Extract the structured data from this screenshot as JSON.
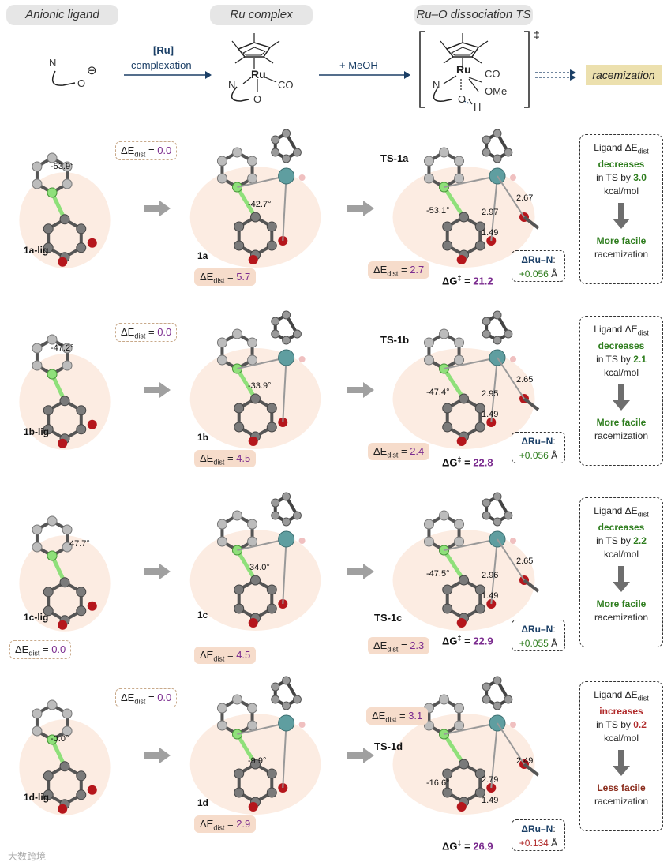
{
  "header": {
    "label_ligand": "Anionic ligand",
    "label_complex": "Ru complex",
    "label_ts": "Ru–O dissociation TS",
    "arrow1_top": "[Ru]",
    "arrow1_bottom": "complexation",
    "arrow2": "+ MeOH",
    "racemization": "racemization",
    "dagger": "‡",
    "scheme_N": "N",
    "scheme_O": "O",
    "scheme_Ru": "Ru",
    "scheme_CO": "CO",
    "scheme_OMe": "OMe",
    "scheme_H": "H",
    "scheme_minus": "⊖"
  },
  "rows": [
    {
      "lig_label": "1a-lig",
      "lig_dist": "0.0",
      "lig_angle": "-53.9°",
      "cx_label": "1a",
      "cx_dist": "5.7",
      "cx_angle": "-42.7°",
      "ts_label": "TS-1a",
      "ts_dist": "2.7",
      "ts_angle": "-53.1°",
      "ts_d1": "2.67",
      "ts_d2": "2.97",
      "ts_d3": "1.49",
      "dg": "21.2",
      "du": "+0.056",
      "du_color": "#2e7d1e",
      "box_l1": "Ligand ΔE",
      "box_sub": "dist",
      "box_word": "decreases",
      "box_word_color": "#2e7d1e",
      "box_l3": "in TS by ",
      "box_val": "3.0",
      "box_l4": "kcal/mol",
      "box_res": "More facile",
      "box_res_color": "#2e7d1e",
      "box_l6": "racemization"
    },
    {
      "lig_label": "1b-lig",
      "lig_dist": "0.0",
      "lig_angle": "-47.2°",
      "cx_label": "1b",
      "cx_dist": "4.5",
      "cx_angle": "-33.9°",
      "ts_label": "TS-1b",
      "ts_dist": "2.4",
      "ts_angle": "-47.4°",
      "ts_d1": "2.65",
      "ts_d2": "2.95",
      "ts_d3": "1.49",
      "dg": "22.8",
      "du": "+0.056",
      "du_color": "#2e7d1e",
      "box_l1": "Ligand ΔE",
      "box_sub": "dist",
      "box_word": "decreases",
      "box_word_color": "#2e7d1e",
      "box_l3": "in TS by ",
      "box_val": "2.1",
      "box_l4": "kcal/mol",
      "box_res": "More facile",
      "box_res_color": "#2e7d1e",
      "box_l6": "racemization"
    },
    {
      "lig_label": "1c-lig",
      "lig_dist": "0.0",
      "lig_angle": "47.7°",
      "cx_label": "1c",
      "cx_dist": "4.5",
      "cx_angle": "34.0°",
      "ts_label": "TS-1c",
      "ts_dist": "2.3",
      "ts_angle": "-47.5°",
      "ts_d1": "2.65",
      "ts_d2": "2.96",
      "ts_d3": "1.49",
      "dg": "22.9",
      "du": "+0.055",
      "du_color": "#2e7d1e",
      "box_l1": "Ligand ΔE",
      "box_sub": "dist",
      "box_word": "decreases",
      "box_word_color": "#2e7d1e",
      "box_l3": "in TS by ",
      "box_val": "2.2",
      "box_l4": "kcal/mol",
      "box_res": "More facile",
      "box_res_color": "#2e7d1e",
      "box_l6": "racemization"
    },
    {
      "lig_label": "1d-lig",
      "lig_dist": "0.0",
      "lig_angle": "-0.0°",
      "cx_label": "1d",
      "cx_dist": "2.9",
      "cx_angle": "-9.9°",
      "ts_label": "TS-1d",
      "ts_dist": "3.1",
      "ts_angle": "-16.6°",
      "ts_d1": "2.49",
      "ts_d2": "2.79",
      "ts_d3": "1.49",
      "dg": "26.9",
      "du": "+0.134",
      "du_color": "#b02a2a",
      "box_l1": "Ligand ΔE",
      "box_sub": "dist",
      "box_word": "increases",
      "box_word_color": "#b02a2a",
      "box_l3": "in TS by ",
      "box_val": "0.2",
      "box_l4": "kcal/mol",
      "box_res": "Less facile",
      "box_res_color": "#8a2a1a",
      "box_l6": "racemization"
    }
  ],
  "labels": {
    "delta_e": "ΔE",
    "dist": "dist",
    "eq": " = ",
    "dg_prefix": "ΔG",
    "dg_sup": "‡",
    "dg_eq": " = ",
    "du_label": "ΔRu–N",
    "du_colon": ":",
    "angstrom": " Å"
  },
  "watermark": "大数跨境",
  "colors": {
    "purple": "#7b2c8f",
    "green": "#2e7d1e",
    "red": "#b02a2a",
    "arrow_blue": "#1b3f66",
    "gray_arrow": "#a0a0a0",
    "ligand_green": "#8fe07a",
    "carbon": "#6b6b6b",
    "hydrogen": "#e8e8e8",
    "oxygen": "#b5161c",
    "ru": "#5f9ea0"
  }
}
